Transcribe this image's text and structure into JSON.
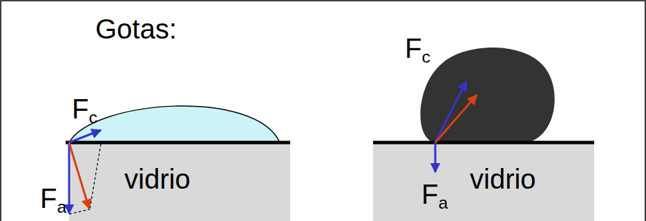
{
  "diagram": {
    "title": "Gotas:",
    "nodes": [
      {
        "text": [
          "vidrio"
        ]
      },
      {
        "text": [
          "vidrio"
        ]
      }
    ],
    "labels": [
      "Fc",
      "Fa",
      "Fc",
      "Fa"
    ]
  }
}
